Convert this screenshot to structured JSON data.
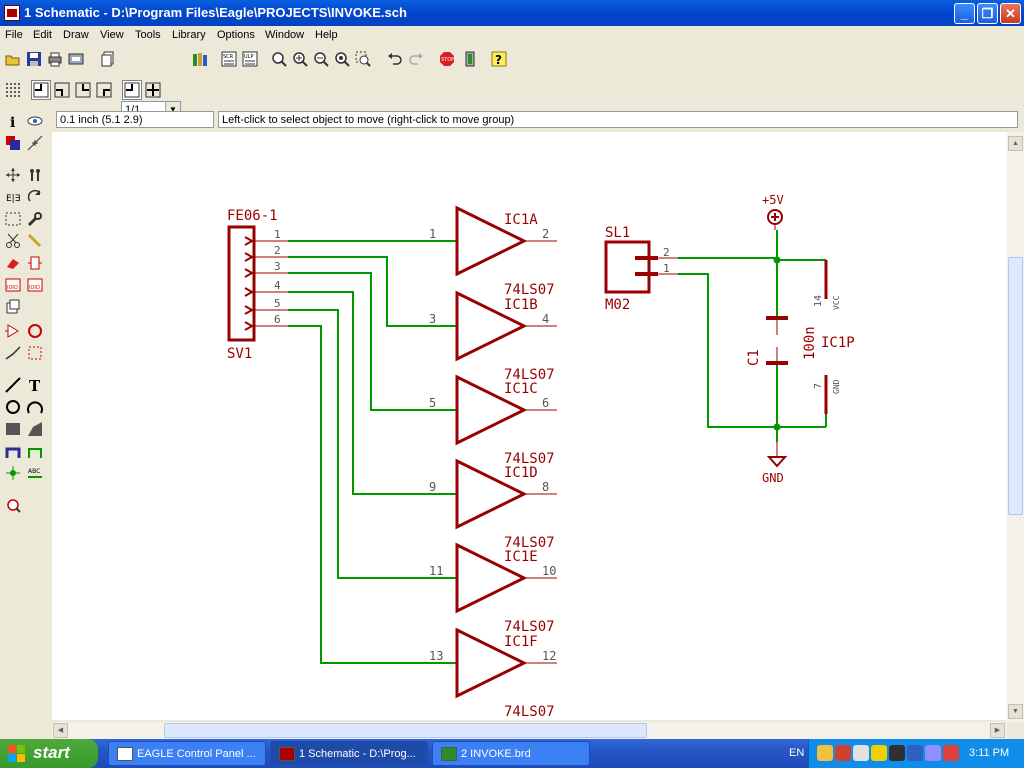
{
  "window": {
    "title": "1 Schematic - D:\\Program Files\\Eagle\\PROJECTS\\INVOKE.sch",
    "minimize": "_",
    "maximize": "❐",
    "close": "✕"
  },
  "menu": [
    "File",
    "Edit",
    "Draw",
    "View",
    "Tools",
    "Library",
    "Options",
    "Window",
    "Help"
  ],
  "toolbar": {
    "sheet_value": "1/1"
  },
  "status": {
    "coords": "0.1 inch (5.1 2.9)",
    "message": "Left-click to select object to move (right-click to move group)"
  },
  "colors": {
    "wire": "#009900",
    "symbol": "#990000",
    "pin_label": "#555555",
    "canvas": "#ffffff"
  },
  "schematic": {
    "connector": {
      "name": "FE06-1",
      "ref": "SV1",
      "pins": [
        "1",
        "2",
        "3",
        "4",
        "5",
        "6"
      ]
    },
    "gates": [
      {
        "name": "IC1A",
        "value": "74LS07",
        "in": "1",
        "out": "2"
      },
      {
        "name": "IC1B",
        "value": "74LS07",
        "in": "3",
        "out": "4"
      },
      {
        "name": "IC1C",
        "value": "74LS07",
        "in": "5",
        "out": "6"
      },
      {
        "name": "IC1D",
        "value": "74LS07",
        "in": "9",
        "out": "8"
      },
      {
        "name": "IC1E",
        "value": "74LS07",
        "in": "11",
        "out": "10"
      },
      {
        "name": "IC1F",
        "value": "74LS07",
        "in": "13",
        "out": "12"
      }
    ],
    "power_connector": {
      "name": "SL1",
      "value": "M02",
      "pins": [
        "2",
        "1"
      ]
    },
    "capacitor": {
      "name": "C1",
      "value": "100n"
    },
    "power_block": {
      "name": "IC1P",
      "vcc_pin": "14",
      "vcc_label": "VCC",
      "gnd_pin": "7",
      "gnd_label": "GND"
    },
    "supply": {
      "vcc": "+5V",
      "gnd": "GND"
    }
  },
  "taskbar": {
    "start": "start",
    "tasks": [
      "EAGLE Control Panel ...",
      "1 Schematic - D:\\Prog...",
      "2 INVOKE.brd"
    ],
    "lang": "EN",
    "clock": "3:11 PM"
  }
}
